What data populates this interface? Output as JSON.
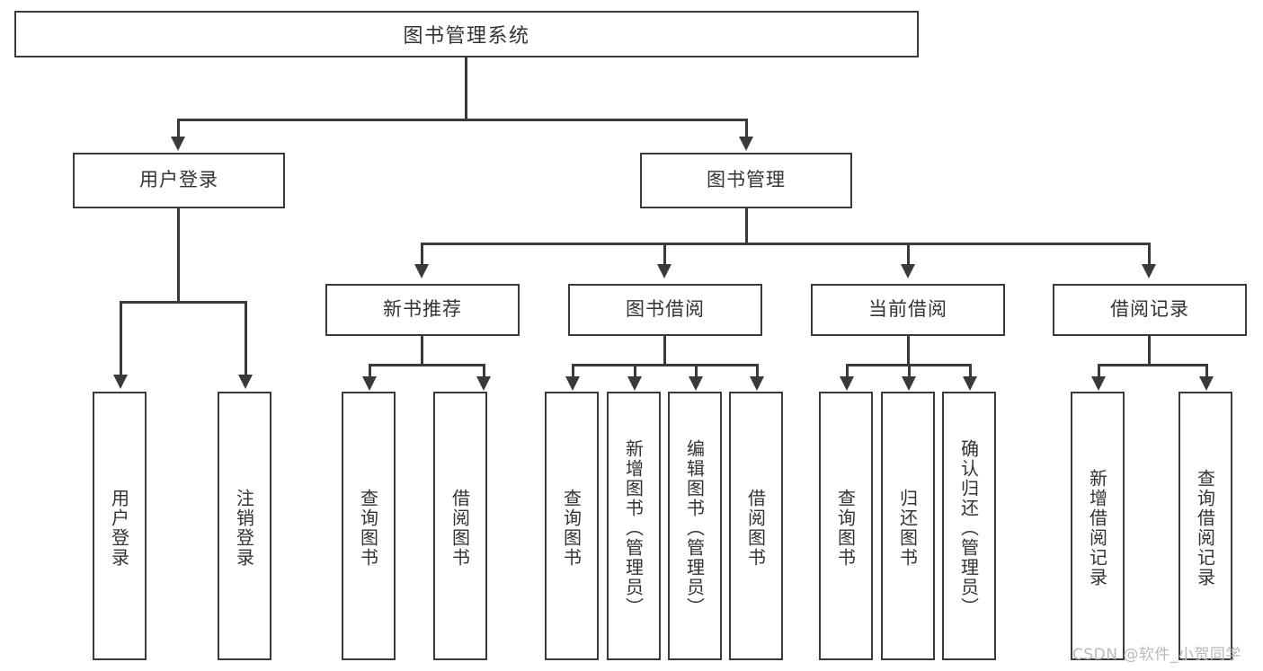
{
  "diagram": {
    "title": "图书管理系统",
    "type": "tree-hierarchy-chart",
    "root": {
      "label": "图书管理系统"
    },
    "level2": [
      {
        "label": "用户登录"
      },
      {
        "label": "图书管理"
      }
    ],
    "level3": [
      {
        "label": "新书推荐"
      },
      {
        "label": "图书借阅"
      },
      {
        "label": "当前借阅"
      },
      {
        "label": "借阅记录"
      }
    ],
    "leaves": {
      "user_login": [
        {
          "label": "用户登录"
        },
        {
          "label": "注销登录"
        }
      ],
      "new_book_recommend": [
        {
          "label": "查询图书"
        },
        {
          "label": "借阅图书"
        }
      ],
      "book_borrow": [
        {
          "label": "查询图书"
        },
        {
          "label": "新增图书（管理员）"
        },
        {
          "label": "编辑图书（管理员）"
        },
        {
          "label": "借阅图书"
        }
      ],
      "current_borrow": [
        {
          "label": "查询图书"
        },
        {
          "label": "归还图书"
        },
        {
          "label": "确认归还（管理员）"
        }
      ],
      "borrow_record": [
        {
          "label": "新增借阅记录"
        },
        {
          "label": "查询借阅记录"
        }
      ]
    }
  },
  "watermark": {
    "text": "CSDN @软件_小贺同学"
  },
  "colors": {
    "stroke": "#3a3a3a",
    "fill": "#ffffff",
    "text": "#333333",
    "watermark": "#b9b9b9"
  }
}
